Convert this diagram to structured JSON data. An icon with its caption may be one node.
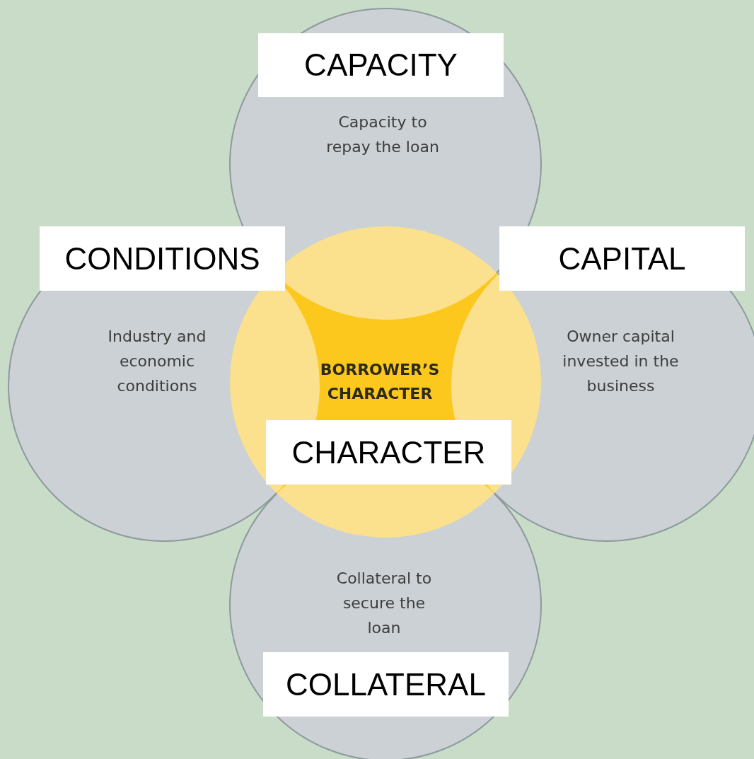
{
  "diagram": {
    "nodes": [
      {
        "text": [
          "CAPACITY",
          "Capacity to repay the loan"
        ]
      },
      {
        "text": [
          "CONDITIONS",
          "Industry and economic conditions"
        ]
      },
      {
        "text": [
          "CAPITAL",
          "Owner capital invested in the business"
        ]
      },
      {
        "text": [
          "BORROWER’S CHARACTER",
          "CHARACTER"
        ]
      },
      {
        "text": [
          "Collateral to secure the loan",
          "COLLATERAL"
        ]
      }
    ]
  }
}
